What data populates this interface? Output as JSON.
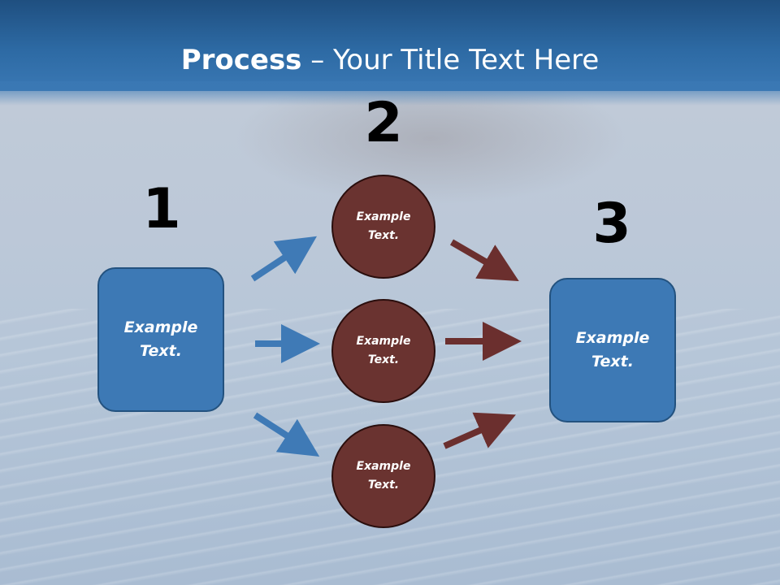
{
  "slide": {
    "title_bold": "Process",
    "title_rest": " – Your Title Text Here"
  },
  "steps": {
    "step1": {
      "number": "1",
      "box_text": "Example\nText."
    },
    "step2": {
      "number": "2",
      "circles": [
        {
          "text": "Example\nText."
        },
        {
          "text": "Example\nText."
        },
        {
          "text": "Example\nText."
        }
      ]
    },
    "step3": {
      "number": "3",
      "box_text": "Example\nText."
    }
  },
  "colors": {
    "box_fill": "#3d79b5",
    "circle_fill": "#6a3330",
    "blue_arrow": "#3f7ab6",
    "red_arrow": "#6b2f2e",
    "header": "#2d6aa4"
  }
}
